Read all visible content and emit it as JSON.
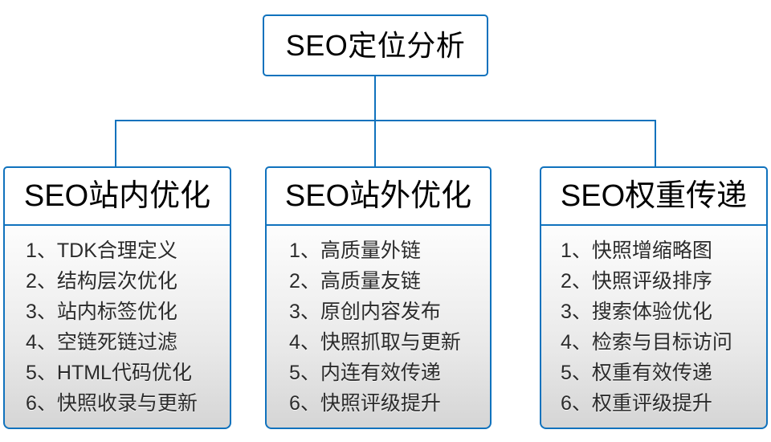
{
  "diagram": {
    "type": "organization-tree",
    "root": {
      "label": "SEO定位分析"
    },
    "colors": {
      "border": "#1072bd",
      "root_background": "#ffffff",
      "header_background": "#ffffff",
      "body_gradient_top": "#fdfdfd",
      "body_gradient_bottom": "#d5d5d5",
      "text": "#000000",
      "item_text": "#2b2b2b"
    },
    "branches": [
      {
        "header": "SEO站内优化",
        "items": [
          "1、TDK合理定义",
          "2、结构层次优化",
          "3、站内标签优化",
          "4、空链死链过滤",
          "5、HTML代码优化",
          "6、快照收录与更新"
        ]
      },
      {
        "header": "SEO站外优化",
        "items": [
          "1、高质量外链",
          "2、高质量友链",
          "3、原创内容发布",
          "4、快照抓取与更新",
          "5、内连有效传递",
          "6、快照评级提升"
        ]
      },
      {
        "header": "SEO权重传递",
        "items": [
          "1、快照增缩略图",
          "2、快照评级排序",
          "3、搜索体验优化",
          "4、检索与目标访问",
          "5、权重有效传递",
          "6、权重评级提升"
        ]
      }
    ]
  }
}
